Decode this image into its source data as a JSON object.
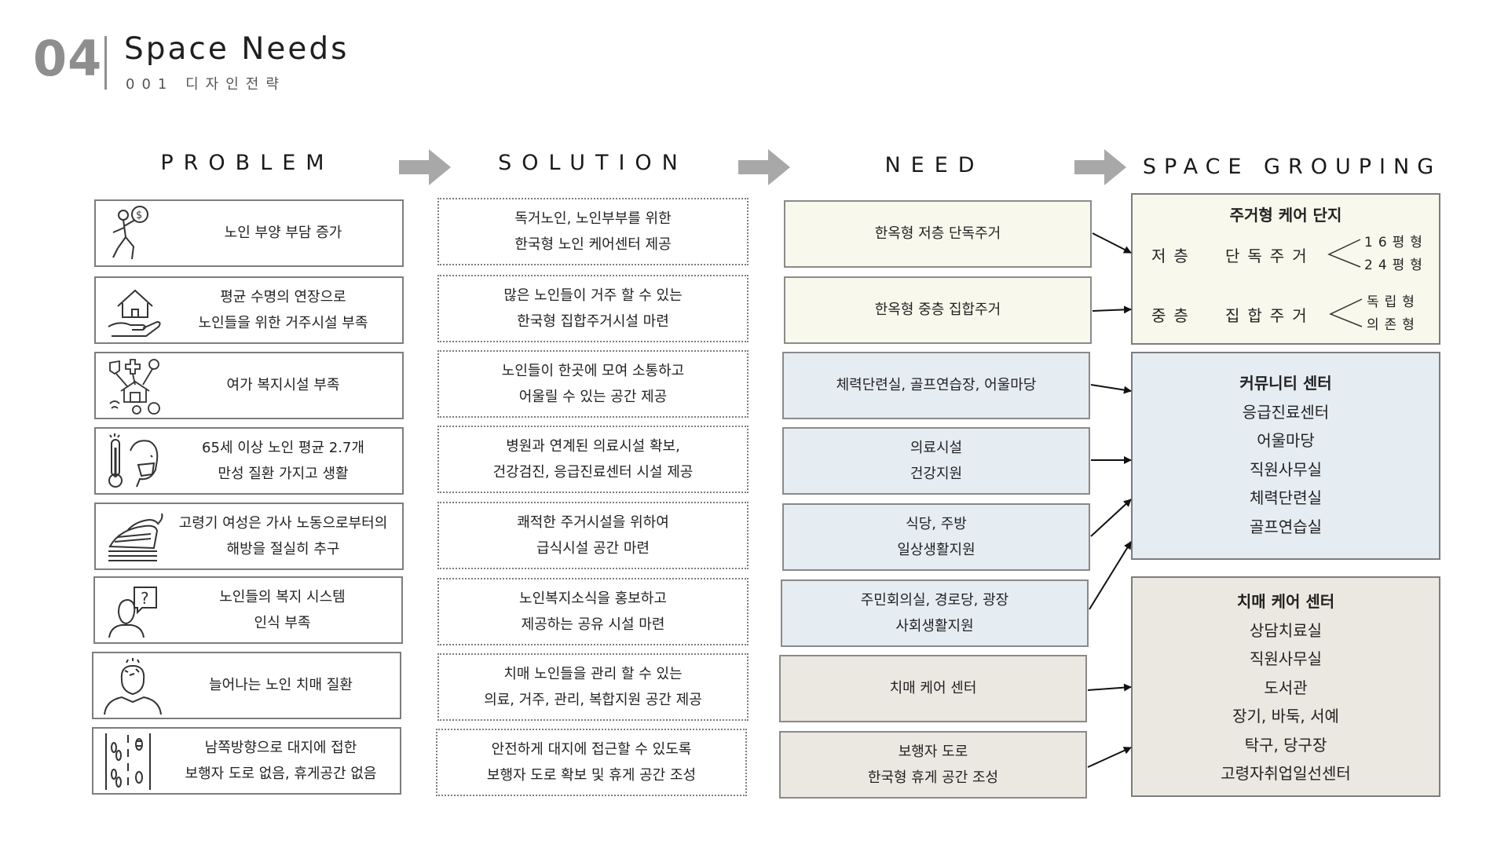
{
  "header": {
    "number": "04",
    "title": "Space  Needs",
    "subtitle": "001 디자인전략"
  },
  "columns": {
    "problem": "PROBLEM",
    "solution": "SOLUTION",
    "need": "NEED",
    "grouping": "SPACE  GROUPING"
  },
  "problems": [
    {
      "icon": "money-bag-person-icon",
      "lines": [
        "노인 부양 부담 증가"
      ]
    },
    {
      "icon": "house-in-hand-icon",
      "lines": [
        "평균 수명의 연장으로",
        "노인들을 위한 거주시설 부족"
      ]
    },
    {
      "icon": "welfare-network-house-icon",
      "lines": [
        "여가 복지시설 부족"
      ]
    },
    {
      "icon": "thermometer-mask-person-icon",
      "lines": [
        "65세 이상 노인 평균 2.7개",
        "만성 질환 가지고 생활"
      ]
    },
    {
      "icon": "iron-icon",
      "lines": [
        "고령기 여성은 가사 노동으로부터의",
        "해방을 절실히 추구"
      ]
    },
    {
      "icon": "question-person-icon",
      "lines": [
        "노인들의 복지 시스템",
        "인식 부족"
      ]
    },
    {
      "icon": "dementia-head-icon",
      "lines": [
        "늘어나는 노인 치매 질환"
      ]
    },
    {
      "icon": "road-footprints-icon",
      "lines": [
        "남쪽방향으로 대지에 접한",
        "보행자 도로 없음, 휴게공간 없음"
      ]
    }
  ],
  "solutions": [
    [
      "독거노인, 노인부부를 위한",
      "한국형 노인 케어센터 제공"
    ],
    [
      "많은 노인들이 거주 할 수 있는",
      "한국형 집합주거시설 마련"
    ],
    [
      "노인들이 한곳에 모여 소통하고",
      "어울릴 수 있는 공간 제공"
    ],
    [
      "병원과 연계된 의료시설 확보,",
      "건강검진, 응급진료센터 시설 제공"
    ],
    [
      "쾌적한 주거시설을 위하여",
      "급식시설 공간 마련"
    ],
    [
      "노인복지소식을 홍보하고",
      "제공하는 공유 시설 마련"
    ],
    [
      "치매 노인들을 관리 할 수 있는",
      "의료, 거주, 관리, 복합지원 공간 제공"
    ],
    [
      "안전하게 대지에 접근할 수 있도록",
      "보행자 도로 확보 및 휴게 공간 조성"
    ]
  ],
  "needs": [
    [
      "한옥형 저층 단독주거"
    ],
    [
      "한옥형 중층 집합주거"
    ],
    [
      "체력단련실, 골프연습장, 어울마당"
    ],
    [
      "의료시설",
      "건강지원"
    ],
    [
      "식당, 주방",
      "일상생활지원"
    ],
    [
      "주민회의실, 경로당, 광장",
      "사회생활지원"
    ],
    [
      "치매 케어 센터"
    ],
    [
      "보행자 도로",
      "한국형 휴게 공간 조성"
    ]
  ],
  "groups": {
    "housing": {
      "title": "주거형 케어 단지",
      "low": {
        "label": "저층",
        "type": "단독주거",
        "options": [
          "16평형",
          "24평형"
        ]
      },
      "mid": {
        "label": "중층",
        "type": "집합주거",
        "options": [
          "독립형",
          "의존형"
        ]
      }
    },
    "community": {
      "title": "커뮤니티 센터",
      "items": [
        "응급진료센터",
        "어울마당",
        "직원사무실",
        "체력단련실",
        "골프연습실"
      ]
    },
    "dementia": {
      "title": "치매 케어 센터",
      "items": [
        "상담치료실",
        "직원사무실",
        "도서관",
        "장기, 바둑, 서예",
        "탁구, 당구장",
        "고령자취업일선센터"
      ]
    }
  },
  "colors": {
    "housing": "#f8f8ec",
    "community": "#e5ecf2",
    "dementia": "#ebe7e1",
    "border": "#7d7d7d",
    "arrow": "#a8a8a8"
  }
}
